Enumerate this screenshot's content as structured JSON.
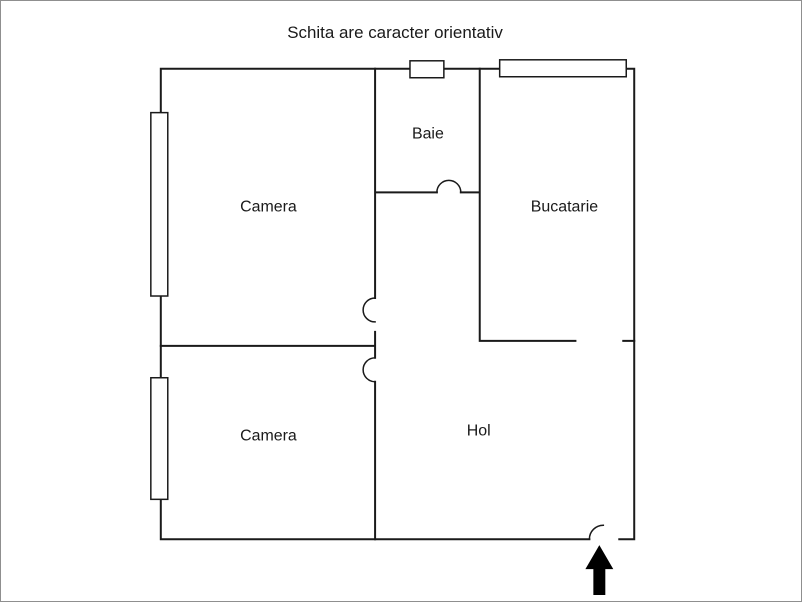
{
  "title": "Schita are caracter orientativ",
  "rooms": {
    "camera_top": {
      "label": "Camera"
    },
    "baie": {
      "label": "Baie"
    },
    "bucatarie": {
      "label": "Bucatarie"
    },
    "camera_bottom": {
      "label": "Camera"
    },
    "hol": {
      "label": "Hol"
    }
  },
  "icons": {
    "entrance_arrow": "arrow-up-icon"
  },
  "colors": {
    "wall": "#1a1a1a",
    "text": "#1a1a1a",
    "background": "#ffffff",
    "frame_border": "#8f8f8f",
    "arrow": "#000000"
  }
}
